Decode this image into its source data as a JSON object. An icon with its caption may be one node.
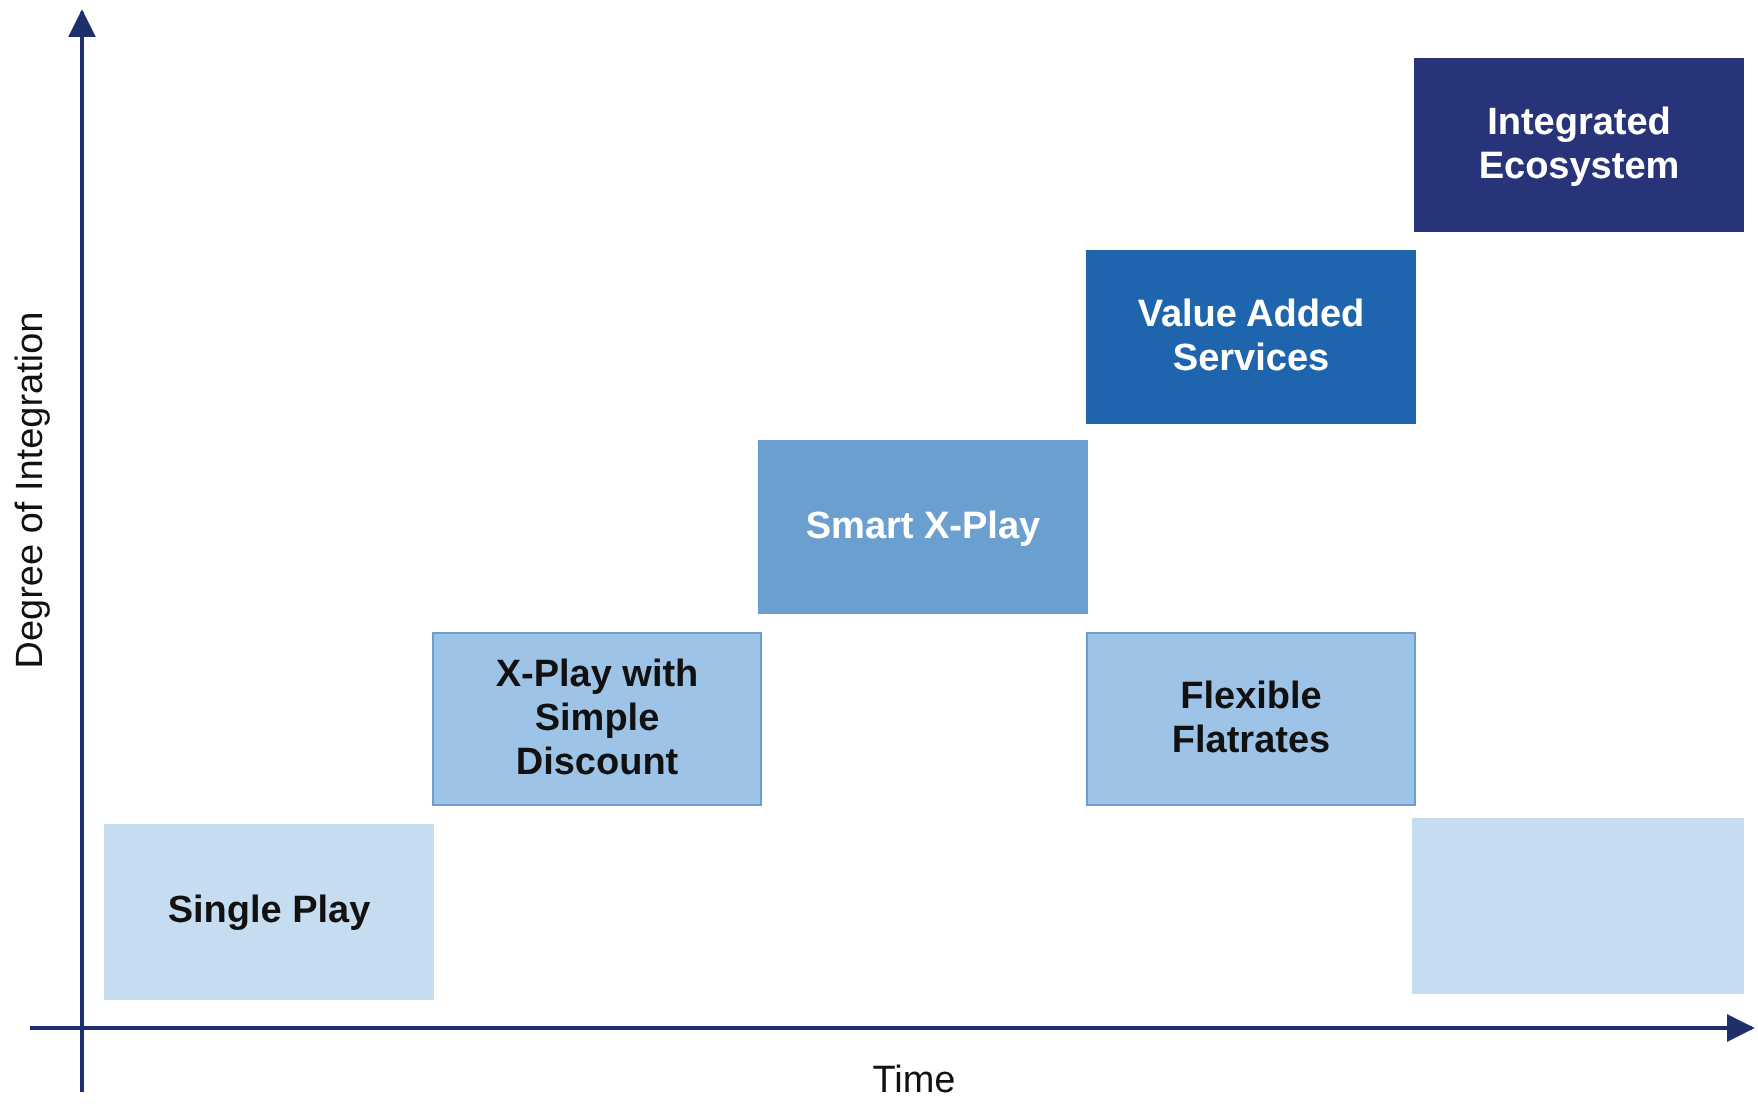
{
  "diagram": {
    "nodes": [
      {
        "text": [
          "Single Play"
        ]
      },
      {
        "text": [
          "X-Play with Simple Discount"
        ]
      },
      {
        "text": [
          "Smart X-Play"
        ]
      },
      {
        "text": [
          "Value Added Services"
        ]
      },
      {
        "text": [
          "Flexible Flatrates"
        ]
      },
      {
        "text": [
          "Integrated Ecosystem"
        ]
      },
      {
        "text": [],
        "shape": "box"
      }
    ],
    "edges": [],
    "labels": [
      "Degree of Integration",
      "Time"
    ]
  }
}
